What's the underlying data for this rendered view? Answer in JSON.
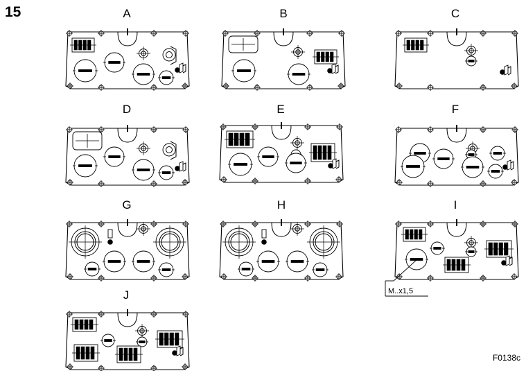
{
  "figure_number": "15",
  "panels": [
    "A",
    "B",
    "C",
    "D",
    "E",
    "F",
    "G",
    "H",
    "I",
    "J"
  ],
  "callout": "M..x1,5",
  "reference_code": "F0138c"
}
